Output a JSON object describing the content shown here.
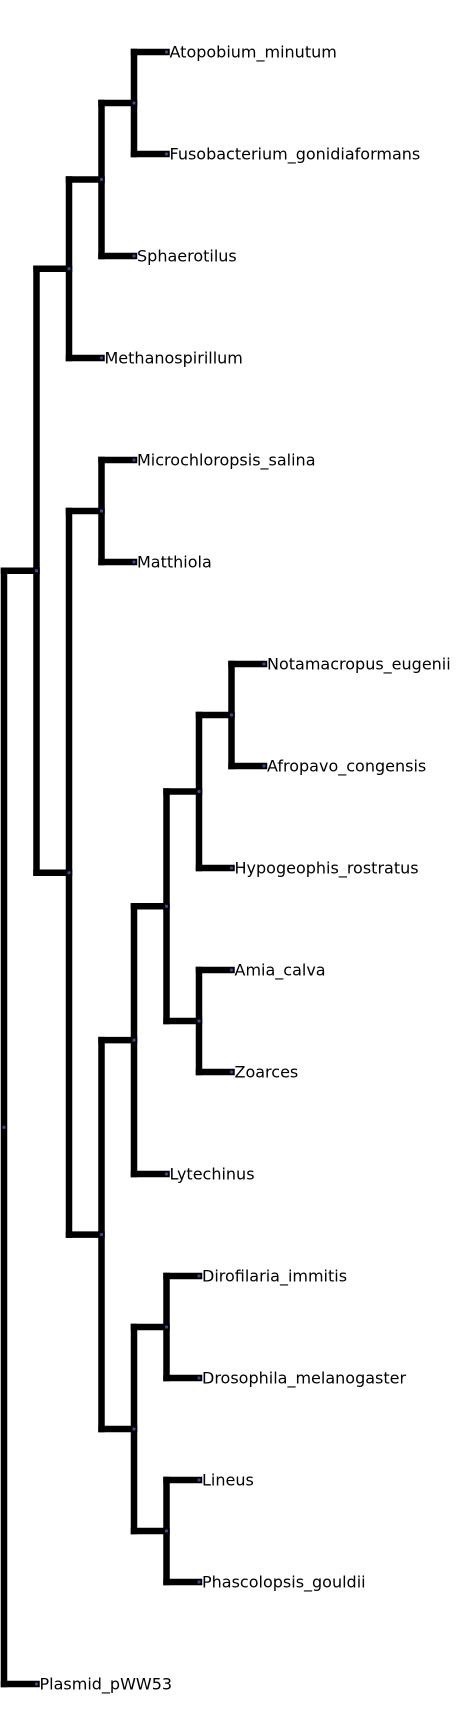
{
  "tree": {
    "children": [
      {
        "children": [
          {
            "children": [
              {
                "children": [
                  {
                    "children": [
                      {
                        "name": "Atopobium_minutum"
                      },
                      {
                        "name": "Fusobacterium_gonidiaformans"
                      }
                    ]
                  },
                  {
                    "name": "Sphaerotilus"
                  }
                ]
              },
              {
                "name": "Methanospirillum"
              }
            ]
          },
          {
            "children": [
              {
                "children": [
                  {
                    "name": "Microchloropsis_salina"
                  },
                  {
                    "name": "Matthiola"
                  }
                ]
              },
              {
                "children": [
                  {
                    "children": [
                      {
                        "children": [
                          {
                            "children": [
                              {
                                "children": [
                                  {
                                    "name": "Notamacropus_eugenii"
                                  },
                                  {
                                    "name": "Afropavo_congensis"
                                  }
                                ]
                              },
                              {
                                "name": "Hypogeophis_rostratus"
                              }
                            ]
                          },
                          {
                            "children": [
                              {
                                "name": "Amia_calva"
                              },
                              {
                                "name": "Zoarces"
                              }
                            ]
                          }
                        ]
                      },
                      {
                        "name": "Lytechinus"
                      }
                    ]
                  },
                  {
                    "children": [
                      {
                        "children": [
                          {
                            "name": "Dirofilaria_immitis"
                          },
                          {
                            "name": "Drosophila_melanogaster"
                          }
                        ]
                      },
                      {
                        "children": [
                          {
                            "name": "Lineus"
                          },
                          {
                            "name": "Phascolopsis_gouldii"
                          }
                        ]
                      }
                    ]
                  }
                ]
              }
            ]
          }
        ]
      },
      {
        "name": "Plasmid_pWW53"
      }
    ]
  },
  "colors": {
    "branch": "#000000",
    "node_dot": "#3a4a9a",
    "label": "#000000",
    "background": "#ffffff"
  }
}
